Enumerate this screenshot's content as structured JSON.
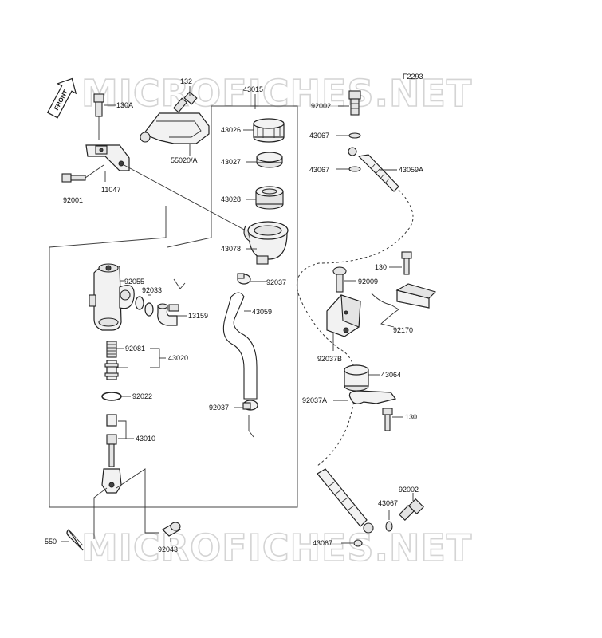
{
  "diagram": {
    "figure_code": "F2293",
    "watermark": "MICROFICHES.NET",
    "front_label": "FRONT",
    "labels": {
      "p130a": "130A",
      "p132": "132",
      "p43015": "43015",
      "p92002_top": "92002",
      "p43026": "43026",
      "p43067_a": "43067",
      "p43027": "43027",
      "p43067_b": "43067",
      "p43059a": "43059A",
      "p55020": "55020/A",
      "p92001": "92001",
      "p11047": "11047",
      "p43028": "43028",
      "p43078": "43078",
      "p130_mid": "130",
      "p92055": "92055",
      "p92033": "92033",
      "p92037_top": "92037",
      "p92009": "92009",
      "p43059": "43059",
      "p13159": "13159",
      "p92170": "92170",
      "p92081": "92081",
      "p43020": "43020",
      "p92037b": "92037B",
      "p43064": "43064",
      "p92022": "92022",
      "p92037_bot": "92037",
      "p92037a": "92037A",
      "p130_low": "130",
      "p43010": "43010",
      "p92002_bot": "92002",
      "p43067_c": "43067",
      "p550": "550",
      "p43067_d": "43067",
      "p92043": "92043"
    }
  }
}
